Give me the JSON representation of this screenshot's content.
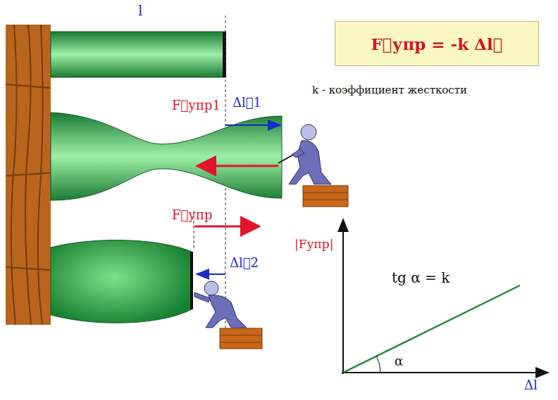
{
  "diagram": {
    "nodes": [
      {
        "text": [
          "F⃗упр = -k Δl⃗"
        ]
      }
    ],
    "labels": [
      "l",
      "k - коэффициент жесткости",
      "F⃗упр1",
      "Δl⃗1",
      "F⃗упр",
      "Δl⃗2",
      "|Fупр|",
      "tg α = k",
      "α",
      "Δl"
    ]
  }
}
